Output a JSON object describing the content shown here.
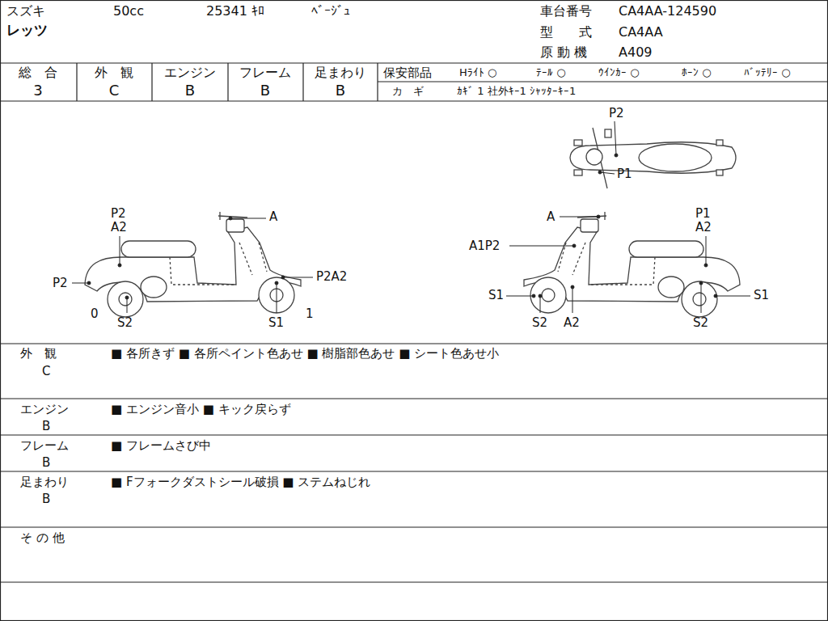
{
  "diagram": {
    "labels": [
      "スズキ",
      "50cc",
      "25341 ｷﾛ",
      "ﾍﾞｰｼﾞｭ",
      "車台番号",
      "CA4AA-124590",
      "レッツ",
      "型　　式",
      "CA4AA",
      "原 動 機",
      "A409",
      "総　合",
      "3",
      "外　観",
      "C",
      "エンジン",
      "B",
      "フレーム",
      "B",
      "足まわり",
      "B",
      "保安部品",
      "Hﾗｲﾄ ○",
      "ﾃｰﾙ ○",
      "ｳｲﾝｶｰ ○",
      "ﾎｰﾝ ○",
      "ﾊﾞｯﾃﾘｰ ○",
      "カ　ギ",
      "ｶｷﾞ 1 社外ｷｰ1 ｼｬｯﾀｰｷｰ1",
      "P2",
      "P1",
      "P2",
      "A2",
      "A",
      "P2",
      "P2A2",
      "0",
      "S2",
      "S1",
      "1",
      "A",
      "P1",
      "A2",
      "A1P2",
      "S1",
      "S1",
      "S2",
      "A2",
      "S2",
      "外　観",
      "C",
      "■ 各所きず ■ 各所ペイント色あせ ■ 樹脂部色あせ ■ シート色あせ小",
      "エンジン",
      "B",
      "■ エンジン音小 ■ キック戻らず",
      "フレーム",
      "B",
      "■ フレームさび中",
      "足まわり",
      "B",
      "■ Fフォークダストシール破損 ■ ステムねじれ",
      "そ の 他"
    ]
  }
}
